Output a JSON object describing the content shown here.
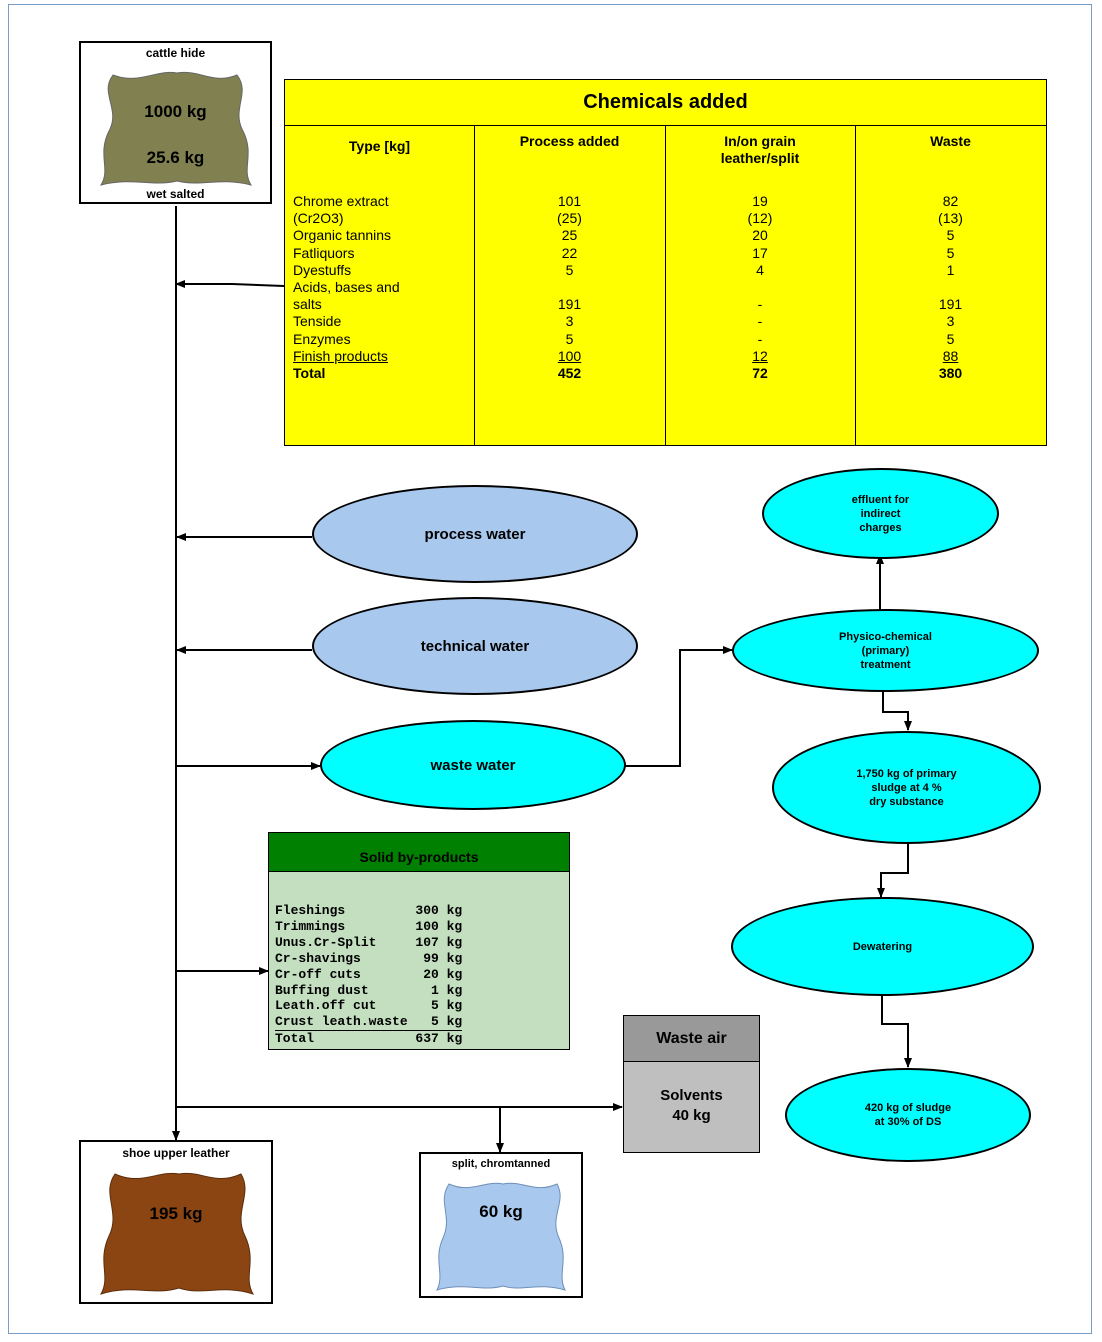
{
  "hide_input": {
    "top_label": "cattle hide",
    "bottom_label": "wet salted",
    "weight": "1000 kg",
    "weight2": "25.6 kg"
  },
  "chemicals": {
    "title": "Chemicals added",
    "headers": {
      "type": "Type  [kg]",
      "process": "Process added",
      "grain_line1": "In/on grain",
      "grain_line2": "leather/split",
      "waste": "Waste"
    },
    "rows": [
      {
        "name": "Chrome extract",
        "process": "101",
        "grain": "19",
        "waste": "82"
      },
      {
        "name": "(Cr2O3)",
        "process": "(25)",
        "grain": "(12)",
        "waste": "(13)"
      },
      {
        "name": "Organic tannins",
        "process": "25",
        "grain": "20",
        "waste": "5"
      },
      {
        "name": "Fatliquors",
        "process": "22",
        "grain": "17",
        "waste": "5"
      },
      {
        "name": "Dyestuffs",
        "process": "5",
        "grain": "4",
        "waste": "1"
      },
      {
        "name": "Acids, bases and",
        "process": "",
        "grain": "",
        "waste": ""
      },
      {
        "name": "salts",
        "process": "191",
        "grain": "-",
        "waste": "191"
      },
      {
        "name": "Tenside",
        "process": "3",
        "grain": "-",
        "waste": "3"
      },
      {
        "name": "Enzymes",
        "process": "5",
        "grain": "-",
        "waste": "5"
      },
      {
        "name": "Finish products",
        "process": "100",
        "grain": "12",
        "waste": "88"
      },
      {
        "name": "Total",
        "process": "452",
        "grain": "72",
        "waste": "380"
      }
    ]
  },
  "process_water": "process water",
  "technical_water": "technical water",
  "waste_water": "waste water",
  "effluent": [
    "effluent for",
    "indirect",
    "charges"
  ],
  "physico": [
    "Physico-chemical",
    "(primary)",
    "treatment"
  ],
  "primary_sludge": [
    "1,750 kg of primary",
    "sludge at 4 %",
    "dry substance"
  ],
  "dewatering": "Dewatering",
  "final_sludge": [
    "420 kg of sludge",
    "at 30% of DS"
  ],
  "solid": {
    "title": "Solid by-products",
    "items": [
      {
        "name": "Fleshings",
        "value": "300 kg"
      },
      {
        "name": "Trimmings",
        "value": "100 kg"
      },
      {
        "name": "Unus.Cr-Split",
        "value": "107 kg"
      },
      {
        "name": "Cr-shavings",
        "value": "99 kg"
      },
      {
        "name": "Cr-off cuts",
        "value": "20 kg"
      },
      {
        "name": "Buffing dust",
        "value": "1 kg"
      },
      {
        "name": "Leath.off cut",
        "value": "5 kg"
      },
      {
        "name": "Crust leath.waste",
        "value": "5 kg"
      },
      {
        "name": "Total",
        "value": "637 kg"
      }
    ]
  },
  "waste_air": {
    "title": "Waste air",
    "line1": "Solvents",
    "line2": "40 kg"
  },
  "shoe_leather": {
    "label": "shoe upper leather",
    "weight": "195 kg"
  },
  "split": {
    "label": "split, chromtanned",
    "weight": "60 kg"
  },
  "colors": {
    "chemicals_bg": "#ffff00",
    "water_blue": "#a9c8ee",
    "cyan": "#00ffff",
    "solid_head": "#008000",
    "solid_bg": "#c3dfc0",
    "hide_olive": "#808050",
    "leather_brown": "#8b4513",
    "split_blue": "#a9c8ee"
  }
}
